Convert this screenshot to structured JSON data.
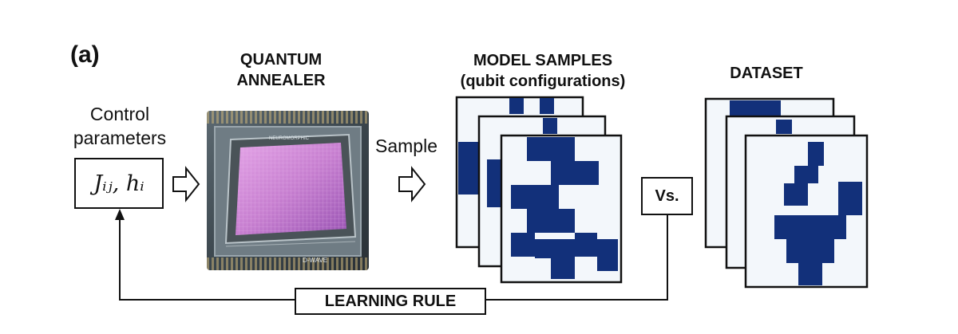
{
  "panel_label": "(a)",
  "quantum_annealer": {
    "line1": "QUANTUM",
    "line2": "ANNEALER"
  },
  "model_samples": {
    "line1": "MODEL SAMPLES",
    "line2": "(qubit configurations)"
  },
  "dataset_title": "DATASET",
  "control": {
    "line1": "Control",
    "line2": "parameters",
    "symbol": "Jᵢⱼ, hᵢ"
  },
  "sample_label": "Sample",
  "vs_label": "Vs.",
  "learning_rule": "LEARNING RULE",
  "chip_labels": {
    "top": "NEUROMORPHIC",
    "bottom": "D-WAVE"
  },
  "colors": {
    "qubit_fill": "#12307a",
    "card_bg": "#f3f7fb",
    "chip_purple": "#c77fd0"
  }
}
